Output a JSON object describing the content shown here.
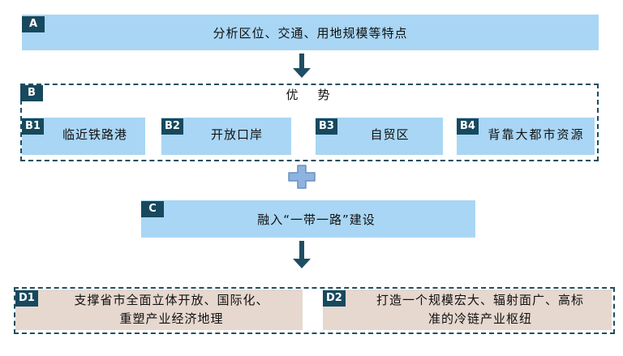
{
  "box_a": {
    "tag": "A",
    "text": "分析区位、交通、用地规模等特点"
  },
  "group_b": {
    "tag": "B",
    "title": "优    势",
    "items": [
      {
        "tag": "B1",
        "label": "临近铁路港"
      },
      {
        "tag": "B2",
        "label": "开放口岸"
      },
      {
        "tag": "B3",
        "label": "自贸区"
      },
      {
        "tag": "B4",
        "label": "背靠大都市资源"
      }
    ]
  },
  "box_c": {
    "tag": "C",
    "text": "融入“一带一路”建设"
  },
  "group_d": {
    "items": [
      {
        "tag": "D1",
        "line1": "支撑省市全面立体开放、国际化、",
        "line2": "重塑产业经济地理"
      },
      {
        "tag": "D2",
        "line1": "打造一个规模宏大、辐射面广、高标",
        "line2": "准的冷链产业枢纽"
      }
    ]
  },
  "colors": {
    "box_blue": "#a9d6f5",
    "box_tan": "#e6d8cf",
    "tag_dark": "#17495e",
    "arrow": "#1f4d63",
    "plus": "#8fb3df"
  },
  "icons": [
    "down-arrow-icon",
    "plus-icon"
  ]
}
